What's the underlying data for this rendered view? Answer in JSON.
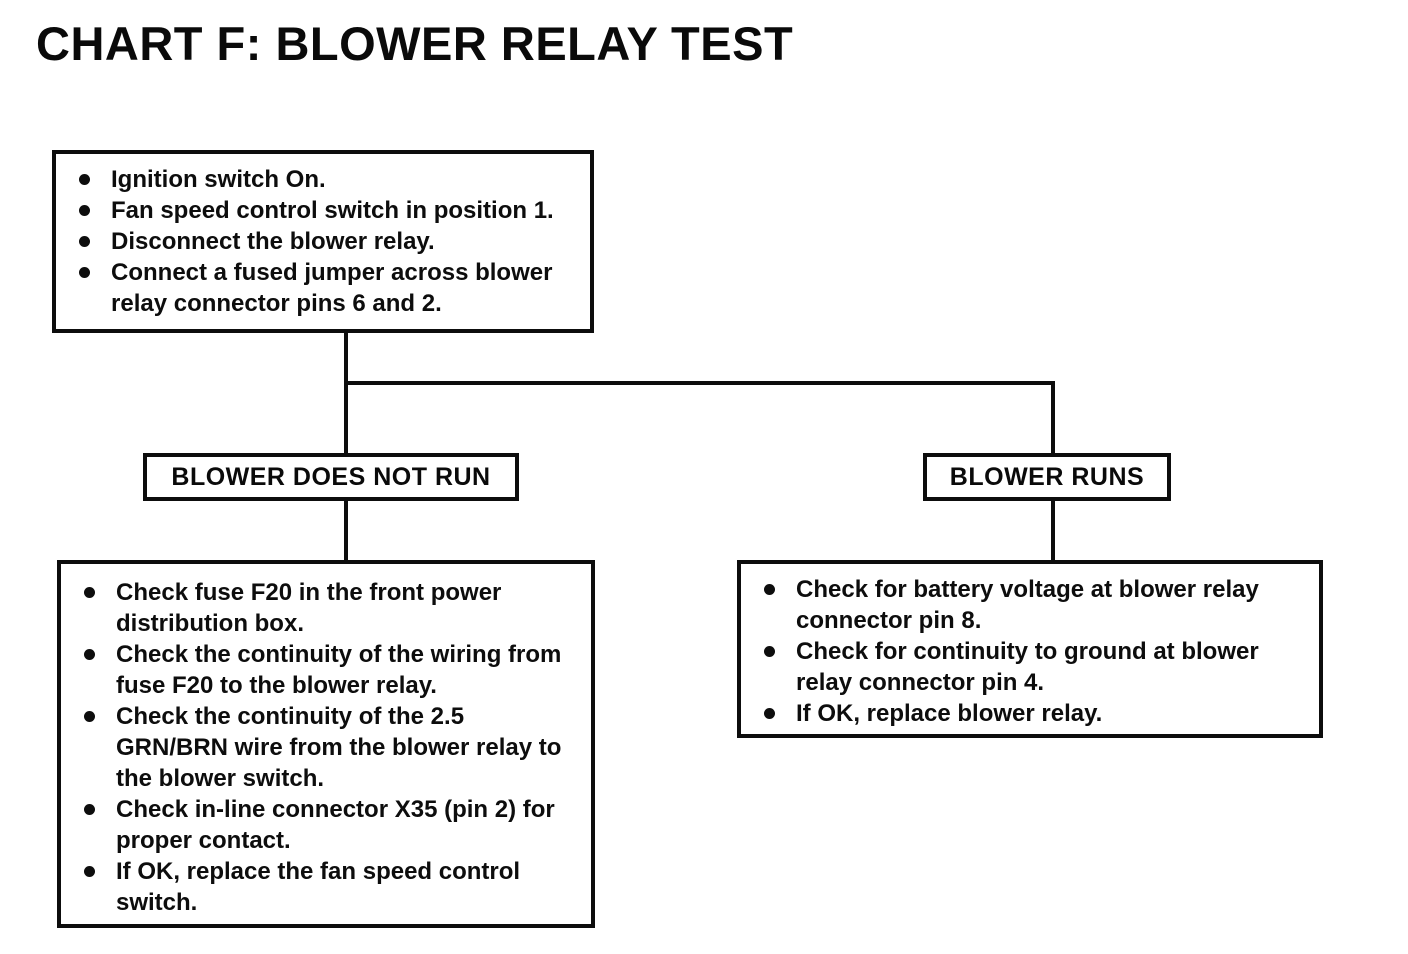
{
  "title": "CHART F: BLOWER RELAY TEST",
  "flowchart": {
    "setup_box": {
      "items": [
        "Ignition switch On.",
        "Fan speed control switch in position 1.",
        "Disconnect the blower relay.",
        "Connect a fused jumper across blower relay connector pins 6 and 2."
      ]
    },
    "branches": [
      {
        "label": "BLOWER DOES NOT RUN",
        "items": [
          "Check fuse F20 in the front power distribution box.",
          "Check the continuity of the wiring from fuse F20 to the blower relay.",
          "Check the continuity of the 2.5 GRN/BRN wire from the blower relay to the blower switch.",
          "Check in-line connector X35 (pin 2) for proper contact.",
          "If OK, replace the fan speed control switch."
        ]
      },
      {
        "label": "BLOWER RUNS",
        "items": [
          "Check for battery voltage at blower relay connector pin 8.",
          "Check for continuity to ground at blower relay connector pin 4.",
          "If OK, replace blower relay."
        ]
      }
    ]
  },
  "colors": {
    "ink": "#0d0d0d",
    "paper": "#ffffff"
  }
}
